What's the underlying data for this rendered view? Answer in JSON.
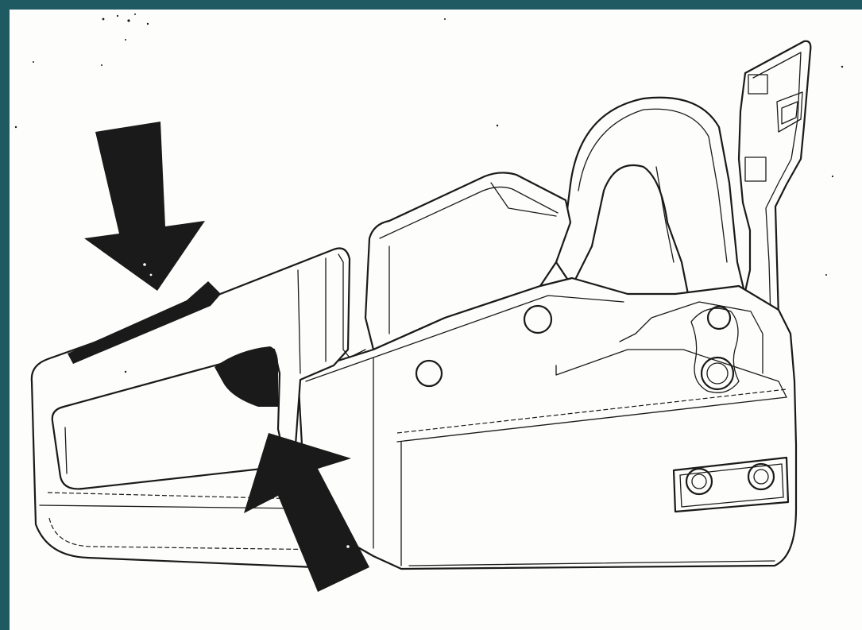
{
  "colors": {
    "frame": "#1f5a63",
    "paper": "#fdfdfb",
    "ink": "#1a1a1a"
  },
  "diagram": {
    "subject": "chainsaw-side-view",
    "arrows": [
      {
        "name": "arrow-top-down",
        "points_to": "chain-brake-hand-guard"
      },
      {
        "name": "arrow-bottom-up",
        "points_to": "chain-brake-hand-guard-base"
      }
    ]
  }
}
